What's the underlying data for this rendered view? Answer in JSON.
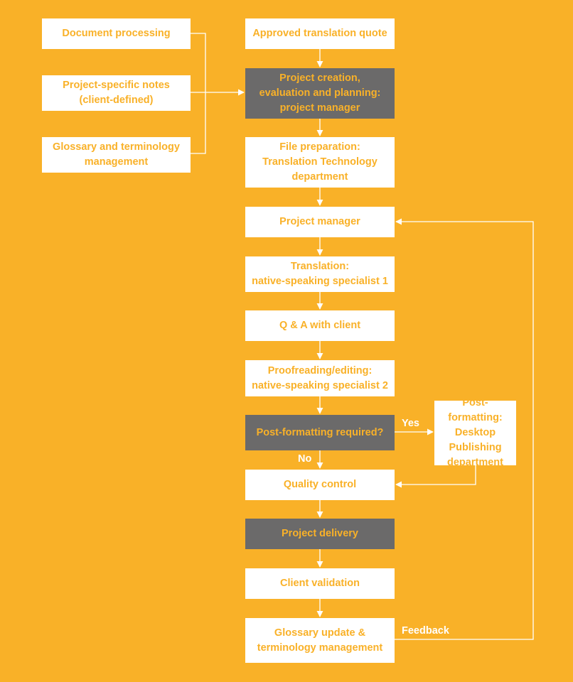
{
  "colors": {
    "background": "#F9B128",
    "box": "#FFFFFF",
    "dark_box": "#6B6A6A",
    "text": "#F9B128",
    "line": "#FFFFFF"
  },
  "inputs": {
    "document_processing": "Document processing",
    "project_notes": "Project-specific notes\n(client-defined)",
    "glossary": "Glossary and terminology\nmanagement"
  },
  "steps": {
    "approved_quote": "Approved translation quote",
    "project_creation": "Project creation,\nevaluation and planning:\nproject manager",
    "file_preparation": "File preparation:\nTranslation Technology\ndepartment",
    "project_manager": "Project manager",
    "translation": "Translation:\nnative-speaking specialist 1",
    "qa_client": "Q & A with client",
    "proofreading": "Proofreading/editing:\nnative-speaking specialist 2",
    "post_formatting_question": "Post-formatting required?",
    "post_formatting_dtp": "Post-formatting:\nDesktop\nPublishing\ndepartment",
    "quality_control": "Quality control",
    "project_delivery": "Project delivery",
    "client_validation": "Client validation",
    "glossary_update": "Glossary update &\nterminology management"
  },
  "labels": {
    "yes": "Yes",
    "no": "No",
    "feedback": "Feedback"
  }
}
